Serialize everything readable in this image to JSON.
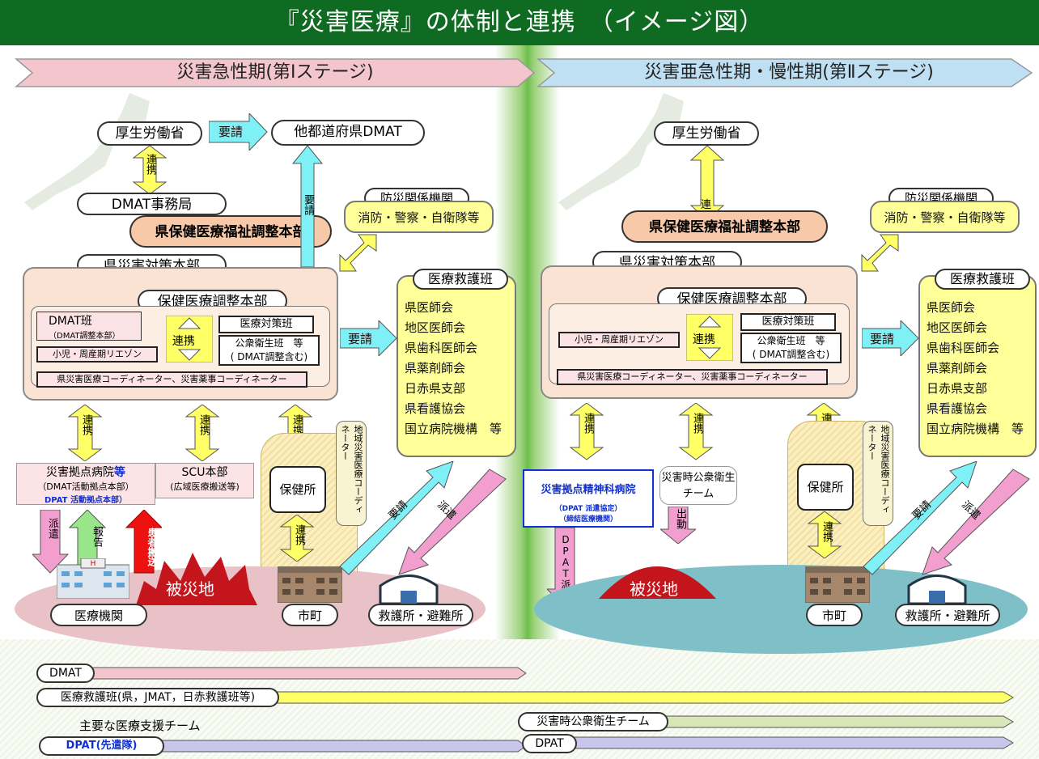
{
  "title": "『災害医療』の体制と連携　（イメージ図）",
  "left": {
    "stage": "災害急性期(第Ⅰステージ)",
    "mhlw": "厚生労働省",
    "request": "要請",
    "other_dmat": "他都道府県DMAT",
    "renkei": "連携",
    "dmat_office": "DMAT事務局",
    "welfare_hq": "県保健医療福祉調整本部",
    "disaster_hq": "県災害対策本部",
    "coord_hq": "保健医療調整本部",
    "dmat_team": "DMAT班",
    "dmat_team_sub": "（DMAT調整本部）",
    "medical_team": "医療対策班",
    "public_health_team": "公衆衛生班　等",
    "public_health_sub": "( DMAT調整含む)",
    "perinatal": "小児・周産期リエゾン",
    "coordinators": "県災害医療コーディネーター、災害薬事コーディネーター",
    "disaster_agencies": "防災関係機関",
    "agencies_list": "消防・警察・自衛隊等",
    "rescue_team": "医療救護班",
    "rescue_members": [
      "県医師会",
      "地区医師会",
      "県歯科医師会",
      "県薬剤師会",
      "日赤県支部",
      "県看護協会",
      "国立病院機構　等"
    ],
    "base_hospital": "災害拠点病院",
    "base_hospital_etc": "等",
    "base_hospital_sub1": "（DMAT活動拠点本部）",
    "base_hospital_sub2": "DPAT 活動拠点本部）",
    "scu": "SCU本部",
    "scu_sub": "(広域医療搬送等)",
    "health_center": "保健所",
    "regional_coord": "地域災害医療コーディネーター",
    "dispatch": "派遣",
    "report": "報告",
    "transport": "患者搬送",
    "disaster_area": "被災地",
    "medical_inst": "医療機関",
    "city": "市町",
    "shelter": "救護所・避難所"
  },
  "right": {
    "stage": "災害亜急性期・慢性期(第Ⅱステージ)",
    "mhlw": "厚生労働省",
    "renkei_short": "連",
    "welfare_hq": "県保健医療福祉調整本部",
    "disaster_hq": "県災害対策本部",
    "coord_hq": "保健医療調整本部",
    "medical_team": "医療対策班",
    "perinatal": "小児・周産期リエゾン",
    "public_health_team": "公衆衛生班　等",
    "public_health_sub": "( DMAT調整含む)",
    "coordinators": "県災害医療コーディネーター、災害薬事コーディネーター",
    "disaster_agencies": "防災関係機関",
    "agencies_list": "消防・警察・自衛隊等",
    "rescue_team": "医療救護班",
    "rescue_members": [
      "県医師会",
      "地区医師会",
      "県歯科医師会",
      "県薬剤師会",
      "日赤県支部",
      "県看護協会",
      "国立病院機構　等"
    ],
    "psych_hospital": "災害拠点精神科病院",
    "psych_sub1": "（DPAT 派遣協定）",
    "psych_sub2": "（締結医療機関）",
    "public_health_dmat": "災害時公衆衛生チーム",
    "dispatch_out": "出動",
    "dpat_dispatch": "DPAT派遣",
    "health_center": "保健所",
    "regional_coord": "地域災害医療コーディネーター",
    "disaster_area": "被災地",
    "city": "市町",
    "shelter": "救護所・避難所",
    "request": "要請",
    "dispatch": "派遣"
  },
  "bottom": {
    "dmat": "DMAT",
    "rescue": "医療救護班(県，JMAT，日赤救護班等)",
    "main_teams": "主要な医療支援チーム",
    "public_health": "災害時公衆衛生チーム",
    "dpat_advance": "DPAT(先遣隊)",
    "dpat": "DPAT"
  },
  "colors": {
    "title_bg": "#0f6b22",
    "left_stage": "#f2c6cc",
    "right_stage": "#bfe0f2",
    "yellow": "#ffff66",
    "cyan_arrow": "#7ff0f5",
    "pink_arrow": "#f29fd0"
  }
}
